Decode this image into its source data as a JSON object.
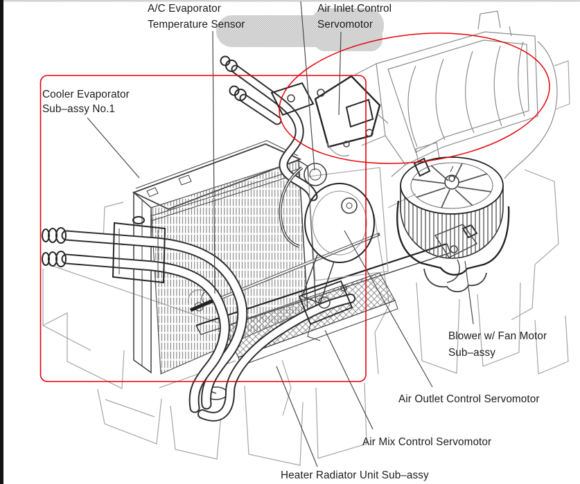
{
  "diagram": {
    "highlight_color": "#e60008",
    "ink_color": "#3d3d3d",
    "callouts": {
      "evap_temp_sensor": {
        "line1": "A/C Evaporator",
        "line2": "Temperature Sensor"
      },
      "air_inlet_servo": {
        "line1": "Air Inlet Control",
        "line2": "Servomotor"
      },
      "cooler_evaporator": {
        "line1": "Cooler Evaporator",
        "line2": "Sub–assy No.1"
      },
      "blower_fan_motor": {
        "line1": "Blower w/ Fan Motor",
        "line2": "Sub–assy"
      },
      "air_outlet_servo": {
        "text": "Air Outlet Control Servomotor"
      },
      "air_mix_servo": {
        "text": "Air Mix Control Servomotor"
      },
      "heater_radiator_unit": {
        "text": "Heater Radiator Unit Sub–assy"
      }
    }
  }
}
